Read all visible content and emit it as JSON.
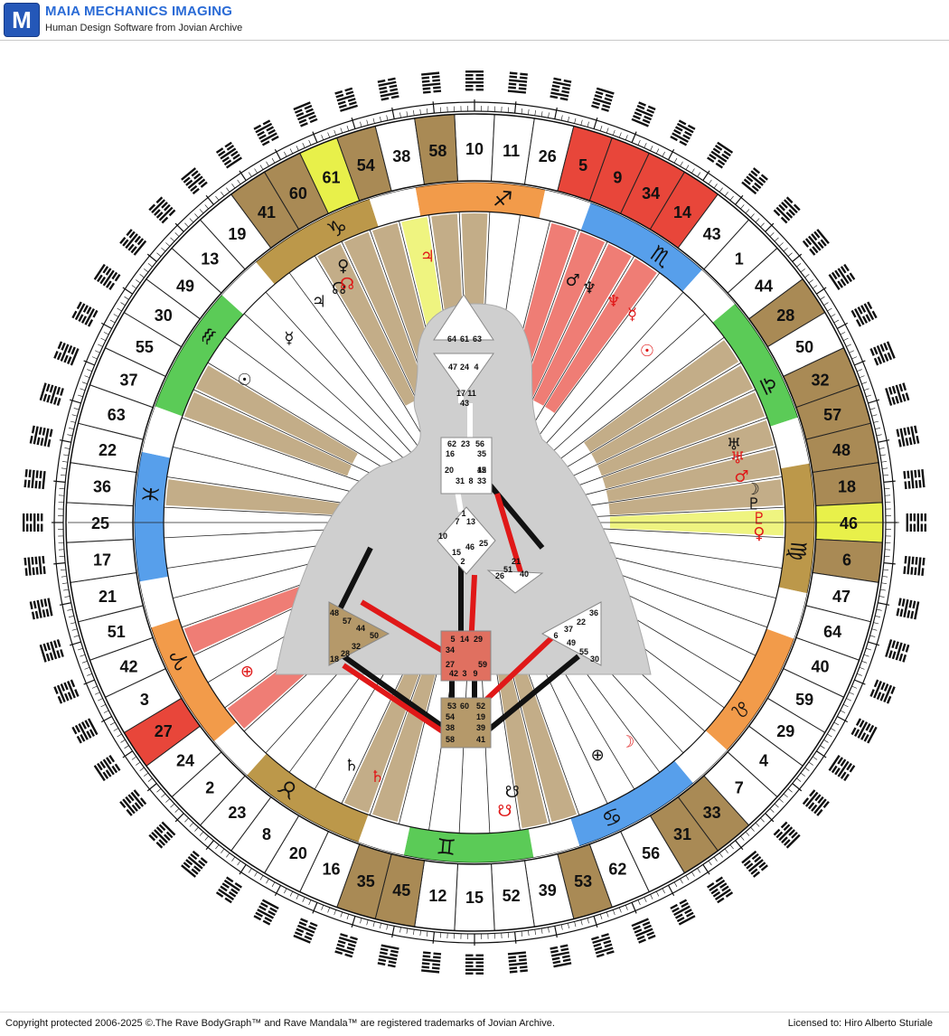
{
  "app": {
    "logo_letter": "M",
    "title": "MAIA MECHANICS IMAGING",
    "subtitle": "Human Design Software from Jovian Archive"
  },
  "footer": {
    "copyright": "Copyright protected 2006-2025 ©.The Rave BodyGraph™ and Rave Mandala™ are registered trademarks of Jovian Archive.",
    "license": "Licensed to: Hiro Alberto Sturiale"
  },
  "mandala": {
    "gates_clockwise_from_top": [
      "10",
      "11",
      "26",
      "5",
      "9",
      "34",
      "14",
      "43",
      "1",
      "44",
      "28",
      "50",
      "32",
      "57",
      "48",
      "18",
      "46",
      "6",
      "47",
      "64",
      "40",
      "59",
      "29",
      "4",
      "7",
      "33",
      "31",
      "56",
      "62",
      "53",
      "39",
      "52",
      "15",
      "12",
      "45",
      "35",
      "16",
      "20",
      "8",
      "23",
      "2",
      "24",
      "27",
      "3",
      "42",
      "51",
      "21",
      "17",
      "25",
      "36",
      "22",
      "63",
      "37",
      "55",
      "30",
      "49",
      "13",
      "19",
      "41",
      "60",
      "61",
      "54",
      "38",
      "58"
    ],
    "gate_colors": {
      "5": "#e8463a",
      "9": "#e8463a",
      "34": "#e8463a",
      "14": "#e8463a",
      "27": "#e8463a",
      "28": "#a98a55",
      "32": "#a98a55",
      "57": "#a98a55",
      "48": "#a98a55",
      "18": "#a98a55",
      "6": "#a98a55",
      "33": "#a98a55",
      "31": "#a98a55",
      "53": "#a98a55",
      "35": "#a98a55",
      "45": "#a98a55",
      "41": "#a98a55",
      "60": "#a98a55",
      "54": "#a98a55",
      "58": "#a98a55",
      "46": "#e8f04a",
      "61": "#e8f04a"
    },
    "zodiac": [
      {
        "glyph": "♐",
        "color": "#f08a2a"
      },
      {
        "glyph": "♏",
        "color": "#3a8ee8"
      },
      {
        "glyph": "♎",
        "color": "#3ec23a"
      },
      {
        "glyph": "♍",
        "color": "#b0862a"
      },
      {
        "glyph": "♌",
        "color": "#f08a2a"
      },
      {
        "glyph": "♋",
        "color": "#3a8ee8"
      },
      {
        "glyph": "♊",
        "color": "#3ec23a"
      },
      {
        "glyph": "♉",
        "color": "#b0862a"
      },
      {
        "glyph": "♈",
        "color": "#f08a2a"
      },
      {
        "glyph": "♓",
        "color": "#3a8ee8"
      },
      {
        "glyph": "♒",
        "color": "#3ec23a"
      },
      {
        "glyph": "♑",
        "color": "#b0862a"
      }
    ],
    "planets": [
      {
        "glyph": "♂",
        "red": false
      },
      {
        "glyph": "♆",
        "red": false
      },
      {
        "glyph": "♆",
        "red": true
      },
      {
        "glyph": "☿",
        "red": true
      },
      {
        "glyph": "☉",
        "red": true
      },
      {
        "glyph": "♅",
        "red": false
      },
      {
        "glyph": "♅",
        "red": true
      },
      {
        "glyph": "♂",
        "red": true
      },
      {
        "glyph": "☽",
        "red": false
      },
      {
        "glyph": "♇",
        "red": false
      },
      {
        "glyph": "♇",
        "red": true
      },
      {
        "glyph": "♀",
        "red": true
      },
      {
        "glyph": "☽",
        "red": true
      },
      {
        "glyph": "⊕",
        "red": false
      },
      {
        "glyph": "☋",
        "red": false
      },
      {
        "glyph": "☋",
        "red": true
      },
      {
        "glyph": "♄",
        "red": true
      },
      {
        "glyph": "♄",
        "red": false
      },
      {
        "glyph": "⊕",
        "red": true
      },
      {
        "glyph": "☉",
        "red": false
      },
      {
        "glyph": "☿",
        "red": false
      },
      {
        "glyph": "♃",
        "red": false
      },
      {
        "glyph": "☊",
        "red": false
      },
      {
        "glyph": "♀",
        "red": false
      },
      {
        "glyph": "☊",
        "red": true
      },
      {
        "glyph": "♃",
        "red": true
      }
    ]
  },
  "bodygraph": {
    "head_gates": [
      "64",
      "61",
      "63"
    ],
    "ajna_gates": [
      "47",
      "24",
      "4",
      "17",
      "11",
      "43"
    ],
    "throat_gates": [
      "62",
      "23",
      "56",
      "16",
      "35",
      "20",
      "31",
      "8",
      "33",
      "45",
      "12"
    ],
    "g_gates": [
      "1",
      "7",
      "13",
      "10",
      "15",
      "25",
      "46",
      "2"
    ],
    "ego_gates": [
      "21",
      "51",
      "26",
      "40"
    ],
    "spleen_gates": [
      "48",
      "57",
      "44",
      "50",
      "32",
      "28",
      "18"
    ],
    "sacral_gates": [
      "5",
      "14",
      "29",
      "34",
      "27",
      "59",
      "42",
      "3",
      "9"
    ],
    "solar_gates": [
      "36",
      "22",
      "37",
      "6",
      "49",
      "55",
      "30"
    ],
    "root_gates": [
      "53",
      "60",
      "52",
      "54",
      "19",
      "38",
      "39",
      "58",
      "41"
    ]
  }
}
